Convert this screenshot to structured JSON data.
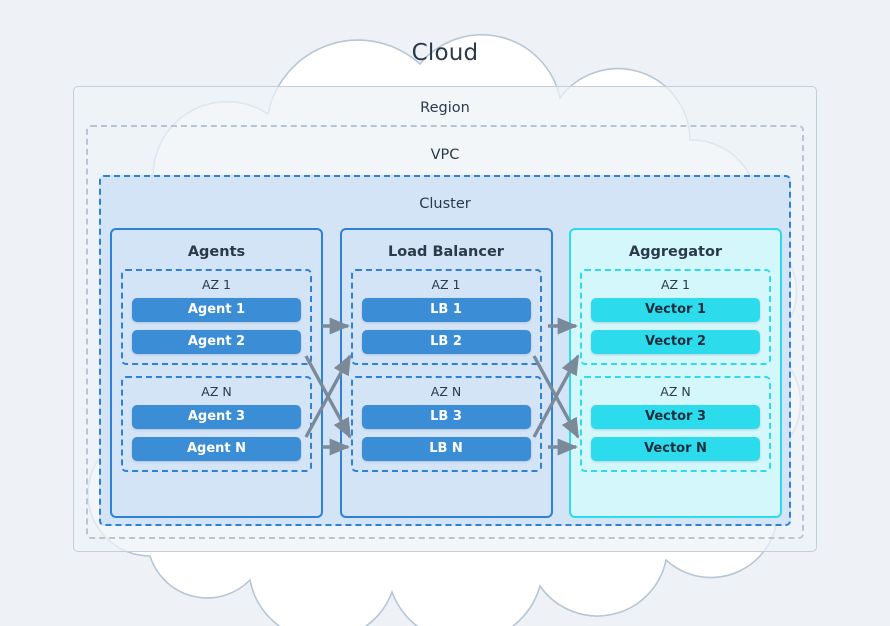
{
  "title": "Cloud",
  "tiers": {
    "region": "Region",
    "vpc": "VPC",
    "cluster": "Cluster"
  },
  "colors": {
    "page_background": "#eef2f6",
    "cloud_fill": "#ffffff",
    "cloud_stroke": "#b7c6d4",
    "text_dark": "#2b3a4a",
    "blue_border": "#2f80d8",
    "blue_fill": "#d3e4f7",
    "blue_pill": "#3b8ed6",
    "cyan_border": "#2ddcec",
    "cyan_fill": "#d3f7fb",
    "cyan_pill": "#2ddcec",
    "gray_dashed": "#b9c5d2",
    "gray_solid": "#c3cfdb",
    "arrow": "#7a8a99"
  },
  "columns": [
    {
      "title": "Agents",
      "theme": "blue",
      "zones": [
        {
          "label": "AZ 1",
          "nodes": [
            "Agent 1",
            "Agent 2"
          ]
        },
        {
          "label": "AZ N",
          "nodes": [
            "Agent 3",
            "Agent N"
          ]
        }
      ]
    },
    {
      "title": "Load Balancer",
      "theme": "blue",
      "zones": [
        {
          "label": "AZ 1",
          "nodes": [
            "LB 1",
            "LB 2"
          ]
        },
        {
          "label": "AZ N",
          "nodes": [
            "LB 3",
            "LB N"
          ]
        }
      ]
    },
    {
      "title": "Aggregator",
      "theme": "cyan",
      "zones": [
        {
          "label": "AZ 1",
          "nodes": [
            "Vector 1",
            "Vector 2"
          ]
        },
        {
          "label": "AZ N",
          "nodes": [
            "Vector 3",
            "Vector N"
          ]
        }
      ]
    }
  ],
  "connectors": {
    "left_group": "agents-to-load-balancer",
    "right_group": "load-balancer-to-aggregator",
    "kinds": [
      "straight-az1",
      "cross-down",
      "cross-up",
      "straight-azn"
    ]
  }
}
